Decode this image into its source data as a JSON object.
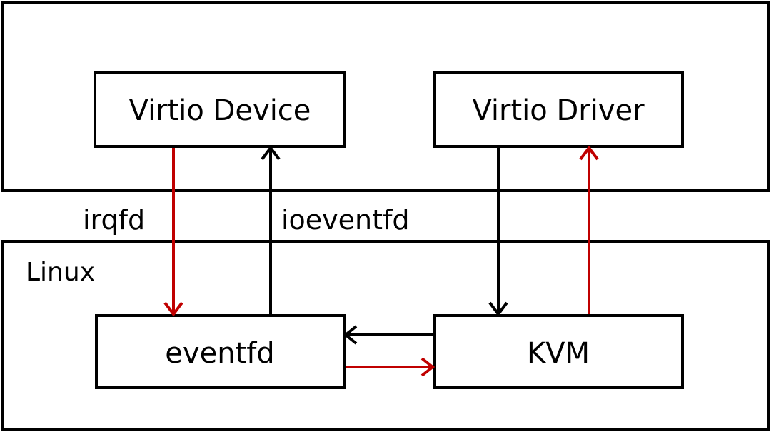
{
  "diagram": {
    "regions": {
      "guest": {
        "label": ""
      },
      "linux": {
        "label": "Linux"
      }
    },
    "nodes": {
      "virtio_device": "Virtio Device",
      "virtio_driver": "Virtio Driver",
      "eventfd": "eventfd",
      "kvm": "KVM"
    },
    "edges": {
      "irqfd": {
        "label": "irqfd",
        "from": "Virtio Device",
        "to": "eventfd",
        "color": "#c00000"
      },
      "ioeventfd": {
        "label": "ioeventfd",
        "from": "eventfd",
        "to": "Virtio Device",
        "color": "#000000"
      },
      "driver_to_kvm": {
        "from": "Virtio Driver",
        "to": "KVM",
        "color": "#000000"
      },
      "kvm_to_driver": {
        "from": "KVM",
        "to": "Virtio Driver",
        "color": "#c00000"
      },
      "kvm_to_eventfd": {
        "from": "KVM",
        "to": "eventfd",
        "color": "#000000"
      },
      "eventfd_to_kvm": {
        "from": "eventfd",
        "to": "KVM",
        "color": "#c00000"
      }
    },
    "colors": {
      "red": "#c00000",
      "black": "#000000"
    }
  }
}
